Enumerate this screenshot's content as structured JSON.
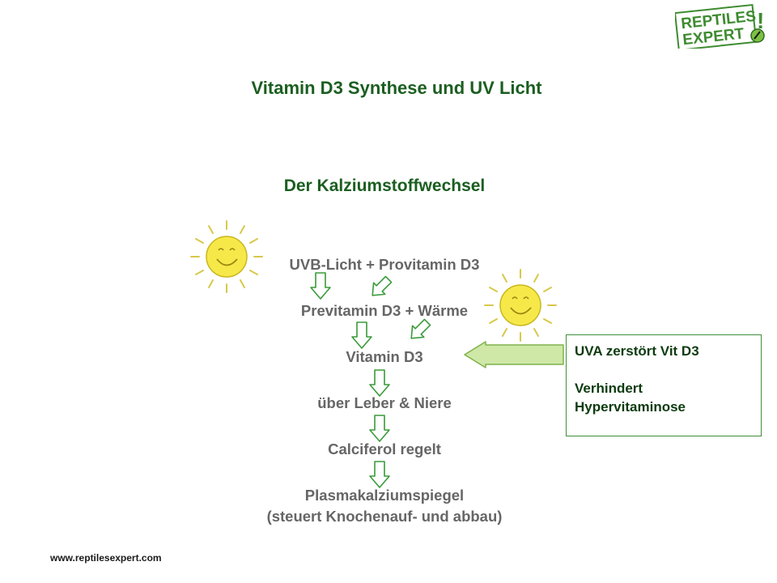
{
  "logo": {
    "line1": "REPTILES",
    "line2": "EXPERT",
    "mark": "!"
  },
  "title": "Vitamin D3 Synthese und UV Licht",
  "subtitle": "Der Kalziumstoffwechsel",
  "steps": [
    "UVB-Licht + Provitamin D3",
    "Previtamin D3 + Wärme",
    "Vitamin D3",
    "über Leber & Niere",
    "Calciferol regelt",
    "Plasmakalziumspiegel",
    "(steuert Knochenauf- und abbau)"
  ],
  "info": {
    "line1": "UVA zerstört Vit D3",
    "line2": "Verhindert",
    "line3": "Hypervitaminose"
  },
  "footer": "www.reptilesexpert.com",
  "colors": {
    "title_green": "#1b5e20",
    "step_gray": "#666666",
    "arrow_green": "#3a9a3a",
    "big_arrow_fill": "#cfe8a8",
    "sun_yellow": "#f7e84a",
    "logo_green": "#3d8b2f"
  },
  "icons": [
    "sun-icon",
    "down-arrow-icon",
    "diagonal-arrow-icon",
    "left-arrow-icon",
    "logo-badge-icon"
  ]
}
